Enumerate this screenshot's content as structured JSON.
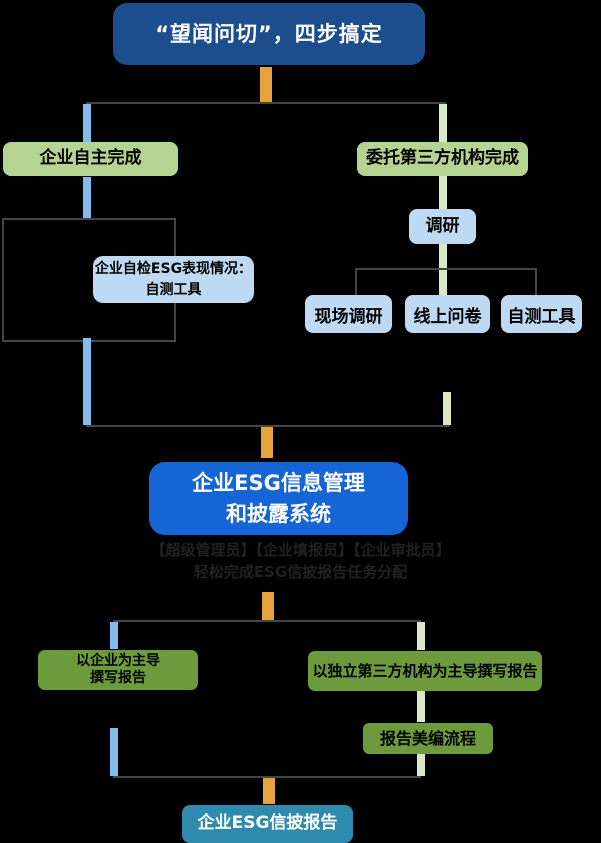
{
  "title": {
    "label": "“望闻问切”，四步搞定"
  },
  "branch_top": {
    "left_label": "企业自主完成",
    "right_label": "委托第三方机构完成"
  },
  "research": {
    "label": "调研",
    "methods": [
      "现场调研",
      "线上问卷",
      "自测工具"
    ]
  },
  "self_check": {
    "line1": "企业自检ESG表现情况：",
    "line2": "自测工具"
  },
  "system": {
    "line1": "企业ESG信息管理",
    "line2": "和披露系统",
    "roles_line": "【超级管理员】【企业填报员】【企业审批员】",
    "roles_sub": "轻松完成ESG信披报告任务分配"
  },
  "writing": {
    "left_line1": "以企业为主导",
    "left_line2": "撰写报告",
    "right_label": "以独立第三方机构为主导撰写报告",
    "editing_label": "报告美编流程"
  },
  "final": {
    "label": "企业ESG信披报告"
  },
  "colors": {
    "background": "#000000",
    "navy_box": "#1c4e8e",
    "bright_blue_box": "#1565d6",
    "light_green_box": "#b5d491",
    "light_blue_box": "#bedaf3",
    "olive_green_box": "#6d9a3c",
    "teal_box": "#2e8bad",
    "orange_connector": "#e6a33c",
    "blue_connector": "#85bbee",
    "green_connector": "#d9e7c4",
    "line": "#454545",
    "roles_text": "#212121"
  }
}
